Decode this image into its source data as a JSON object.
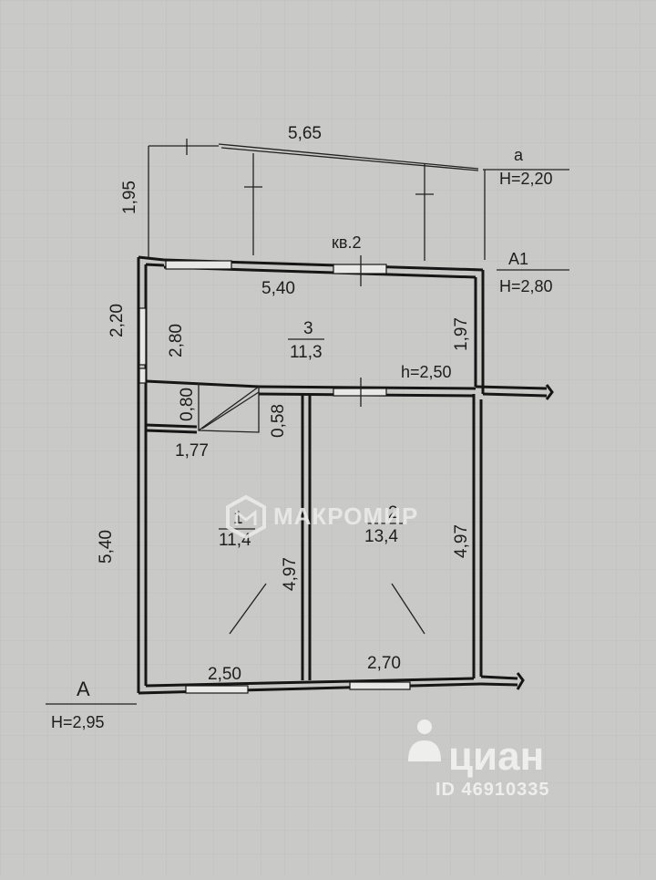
{
  "plan": {
    "dimensions": {
      "top_balcony_length": "5,65",
      "balcony_depth": "1,95",
      "top_wall_length": "5,40",
      "left_upper": "2,20",
      "room3_height": "2,80",
      "right_upper": "1,97",
      "closet_height": "0,80",
      "closet_width": "1,77",
      "closet_side": "0,58",
      "left_lower": "5,40",
      "room1_height": "4,97",
      "room2_height": "4,97",
      "room1_width": "2,50",
      "room2_width": "2,70"
    },
    "markers": {
      "a_label": "a",
      "a_height": "H=2,20",
      "a1_label": "A1",
      "a1_height": "H=2,80",
      "A_label": "A",
      "A_height": "H=2,95",
      "kv": "кв.2",
      "h_level": "h=2,50"
    },
    "rooms": [
      {
        "number": "3",
        "area": "11,3"
      },
      {
        "number": "1",
        "area": "11,4"
      },
      {
        "number": "2",
        "area": "13,4"
      }
    ]
  },
  "watermarks": {
    "makromir": "МАКРОМИР",
    "cian_logo": "циан",
    "cian_id": "ID 46910335"
  },
  "colors": {
    "paper": "#c9c9c7",
    "ink": "#161616"
  }
}
